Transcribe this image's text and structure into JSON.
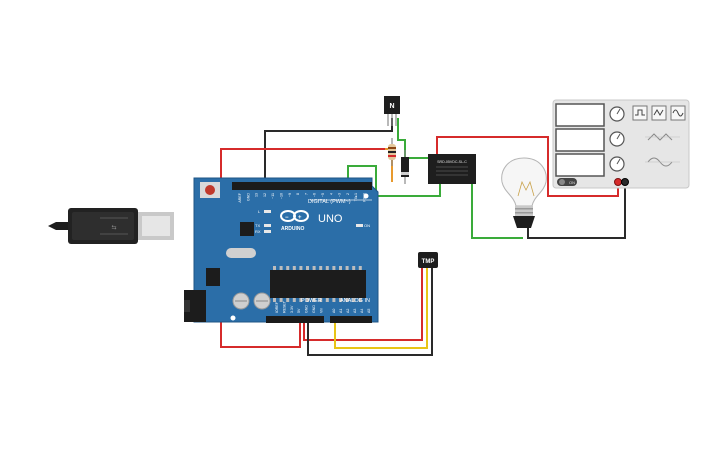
{
  "board": {
    "brand": "ARDUINO",
    "model": "UNO",
    "digital_label": "DIGITAL (PWM~)",
    "power_label": "POWER",
    "analog_label": "ANALOG IN",
    "on_label": "ON",
    "digital_pins": [
      "AREF",
      "GND",
      "13",
      "12",
      "~11",
      "~10",
      "~9",
      "8",
      "7",
      "~6",
      "~5",
      "4",
      "~3",
      "2",
      "TX▸1",
      "RX◂0"
    ],
    "power_pins": [
      "IOREF",
      "RESET",
      "3.3V",
      "5V",
      "GND",
      "GND",
      "Vin"
    ],
    "analog_pins": [
      "A0",
      "A1",
      "A2",
      "A3",
      "A4",
      "A5"
    ],
    "led_labels": [
      "L",
      "TX",
      "RX"
    ]
  },
  "transistor": {
    "label": "N"
  },
  "sensor": {
    "label": "TMP"
  },
  "relay": {
    "text": "SRD-05VDC-SL-C"
  },
  "oscilloscope": {
    "toggle_label": "ON"
  },
  "colors": {
    "board": "#2b6ea8",
    "wire_red": "#d62b2b",
    "wire_black": "#2a2a2a",
    "wire_green": "#3aab3a",
    "wire_yellow": "#e8c417",
    "wire_orange": "#e89a2e"
  }
}
